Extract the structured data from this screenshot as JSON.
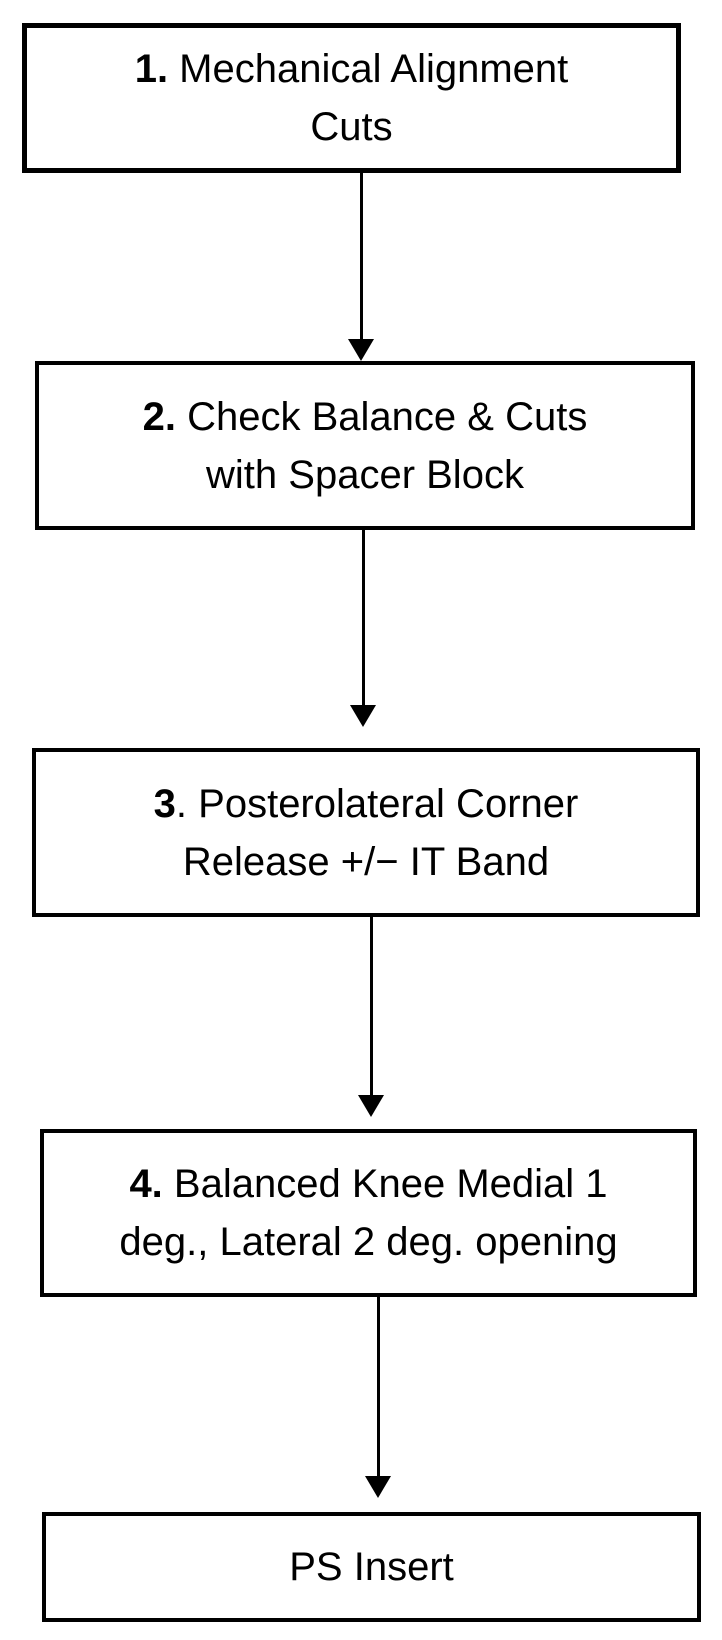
{
  "colors": {
    "ink": "#000000",
    "background": "#ffffff"
  },
  "steps": [
    {
      "number": "1.",
      "line1": " Mechanical Alignment",
      "line2": "Cuts"
    },
    {
      "number": "2.",
      "line1": " Check Balance & Cuts",
      "line2": "with Spacer Block"
    },
    {
      "number": "3",
      "line1": ". Posterolateral Corner",
      "line2": "Release +/− IT Band"
    },
    {
      "number": "4.",
      "line1": " Balanced Knee Medial 1",
      "line2": "deg., Lateral 2 deg. opening"
    },
    {
      "number": "",
      "line1": "PS Insert",
      "line2": ""
    }
  ],
  "connectors": [
    {
      "from": "step-1",
      "to": "step-2"
    },
    {
      "from": "step-2",
      "to": "step-3"
    },
    {
      "from": "step-3",
      "to": "step-4"
    },
    {
      "from": "step-4",
      "to": "step-5"
    }
  ]
}
